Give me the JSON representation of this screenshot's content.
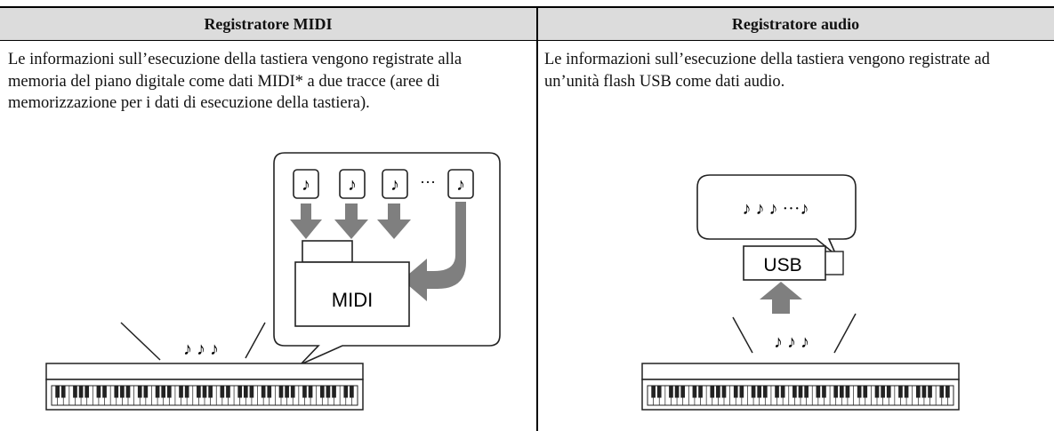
{
  "table": {
    "columns": [
      {
        "header": "Registratore MIDI",
        "text": "Le informazioni sull’esecuzione della tastiera vengono registrate alla memoria del piano digitale come dati MIDI* a due tracce (aree di memorizzazione per i dati di esecuzione della tastiera)."
      },
      {
        "header": "Registratore audio",
        "text": "Le informazioni sull’esecuzione della tastiera vengono registrate ad un’unità flash USB come dati audio."
      }
    ]
  },
  "illustrations": {
    "midi": {
      "destination_label": "MIDI",
      "bubble_notes": [
        "♪",
        "♪",
        "♪",
        "···",
        "♪"
      ],
      "keyboard_notes": "♪ ♪ ♪"
    },
    "audio": {
      "device_label": "USB",
      "bubble_notes": "♪ ♪ ♪ ···♪",
      "keyboard_notes": "♪ ♪ ♪"
    }
  },
  "colors": {
    "header_bg": "#dcdcdc",
    "arrow_gray": "#7f7f7f",
    "rule": "#000000"
  }
}
